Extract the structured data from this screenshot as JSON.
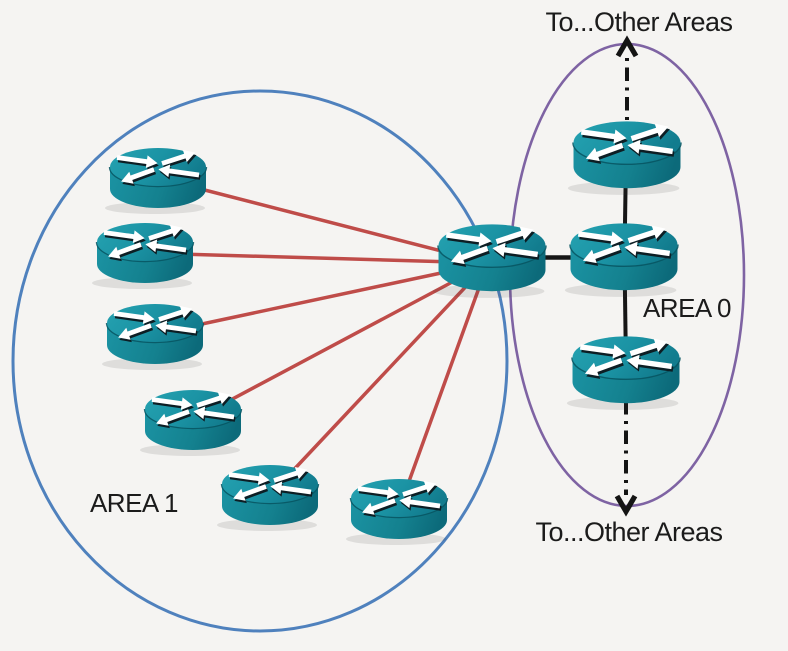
{
  "diagram": {
    "title_hint": "OSPF multi-area network diagram",
    "labels": {
      "to_other_areas_top": "To...Other Areas",
      "to_other_areas_bottom": "To...Other Areas",
      "area0": "AREA 0",
      "area1": "AREA 1"
    },
    "colors": {
      "background": "#f5f4f2",
      "area1_outline": "#4f81bd",
      "area0_outline": "#7e63a3",
      "area1_links": "#bf4c49",
      "backbone_links": "#161616",
      "router_teal": "#178697",
      "text": "#1b1b1b"
    },
    "structure": {
      "area1_router_count": 6,
      "area0_router_count": 3,
      "border_router_count": 1,
      "area1_links_to_border_router": 6,
      "external_arrows": [
        "up from AREA 0 top router",
        "down from AREA 0 bottom router"
      ]
    }
  }
}
